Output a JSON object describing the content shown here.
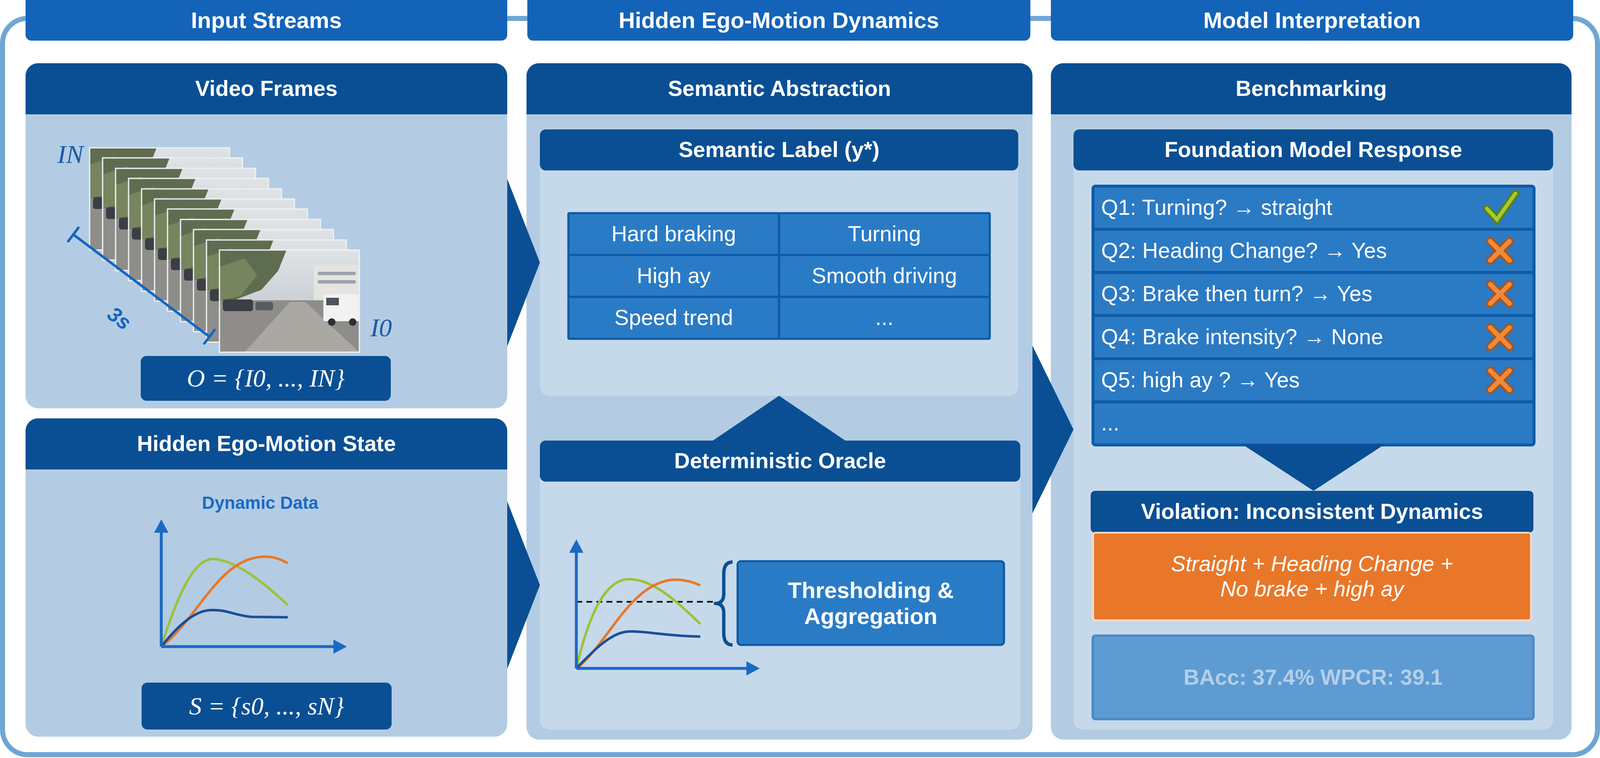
{
  "diagram": {
    "nodes": [
      {
        "text": [
          "Input Streams"
        ]
      },
      {
        "text": [
          "Video Frames"
        ]
      },
      {
        "text": [
          "O = {I0, ..., IN}"
        ],
        "in": 1
      },
      {
        "text": [
          "Hidden Ego-Motion State"
        ]
      },
      {
        "text": [
          "S = {s0, ..., sN}"
        ],
        "in": 3
      },
      {
        "text": [
          "Hidden Ego-Motion Dynamics"
        ]
      },
      {
        "text": [
          "Semantic Abstraction"
        ]
      },
      {
        "text": [
          "Semantic Label (y*)"
        ],
        "in": 6
      },
      {
        "text": [
          "Hard braking"
        ],
        "in": 7
      },
      {
        "text": [
          "Turning"
        ],
        "in": 7
      },
      {
        "text": [
          "High ay"
        ],
        "in": 7
      },
      {
        "text": [
          "Smooth driving"
        ],
        "in": 7
      },
      {
        "text": [
          "Speed trend"
        ],
        "in": 7
      },
      {
        "text": [
          "..."
        ],
        "in": 7
      },
      {
        "text": [
          "Deterministic Oracle"
        ],
        "in": 6
      },
      {
        "text": [
          "Thresholding & Aggregation"
        ],
        "in": 14
      },
      {
        "text": [
          "Model Interpretation"
        ]
      },
      {
        "text": [
          "Benchmarking"
        ]
      },
      {
        "text": [
          "Foundation Model Response"
        ],
        "in": 17
      },
      {
        "text": [
          "Q1: Turning? → straight"
        ],
        "in": 18
      },
      {
        "text": [
          "Q2: Heading Change? → Yes"
        ],
        "in": 18
      },
      {
        "text": [
          "Q3: Brake then turn? → Yes"
        ],
        "in": 18
      },
      {
        "text": [
          "Q4: Brake intensity? → None"
        ],
        "in": 18
      },
      {
        "text": [
          "Q5: high ay ? → Yes"
        ],
        "in": 18
      },
      {
        "text": [
          "..."
        ],
        "in": 18
      },
      {
        "text": [
          "Violation: Inconsistent Dynamics",
          "Straight + Heading Change + No brake + high ay"
        ],
        "in": 18
      },
      {
        "text": [
          "BAcc: 37.4% WPCR: 39.1"
        ],
        "in": 18
      }
    ],
    "edges": [
      {
        "from": 1,
        "to": 7,
        "arrow": "to"
      },
      {
        "from": 3,
        "to": 14,
        "arrow": "to"
      },
      {
        "from": 14,
        "to": 7,
        "arrow": "to"
      },
      {
        "from": 6,
        "to": 18,
        "arrow": "to"
      },
      {
        "from": 24,
        "to": 25,
        "arrow": "to"
      }
    ],
    "labels": [
      "IN",
      "3s",
      "I0",
      "Dynamic Data"
    ]
  }
}
